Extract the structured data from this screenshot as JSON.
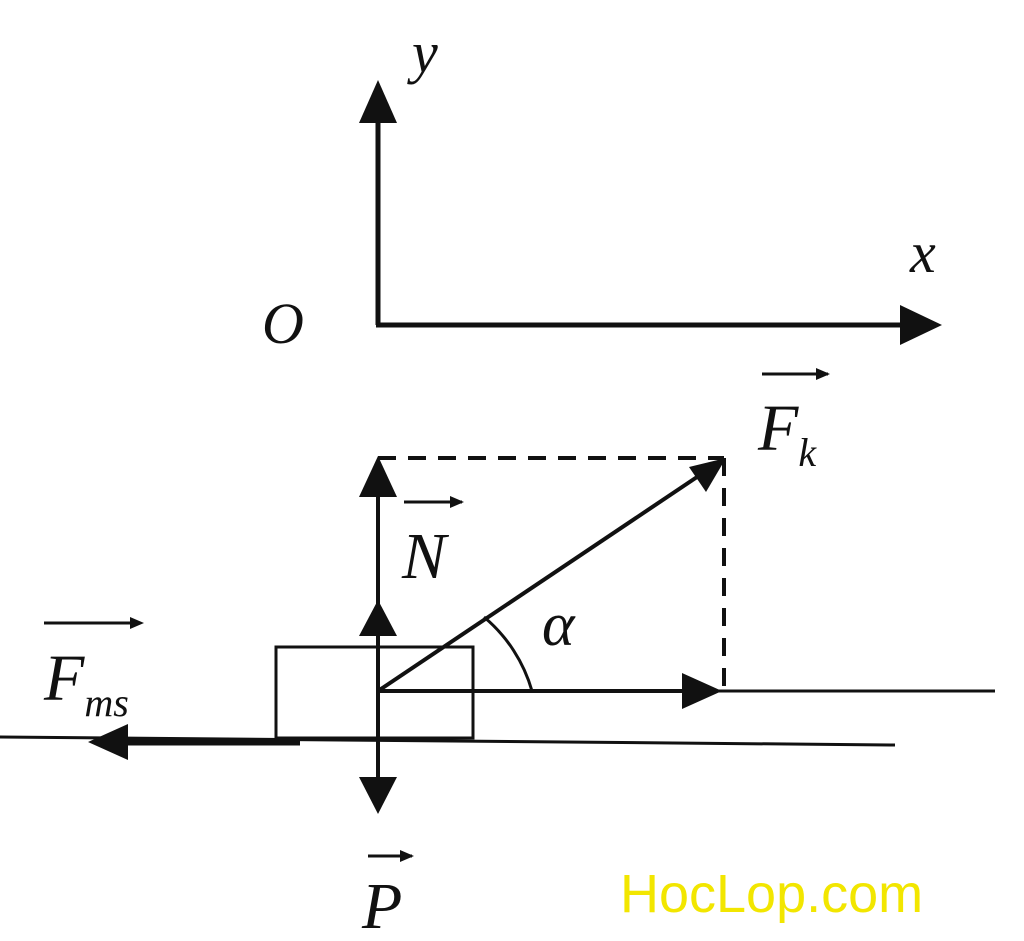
{
  "colors": {
    "ink": "#111111",
    "background": "#ffffff",
    "watermark": "#f2e600"
  },
  "axes": {
    "origin_label": "O",
    "x_label": "x",
    "y_label": "y"
  },
  "forces": {
    "pull": {
      "symbol": "F",
      "subscript": "k"
    },
    "normal": {
      "symbol": "N",
      "subscript": ""
    },
    "friction": {
      "symbol": "F",
      "subscript": "ms"
    },
    "weight": {
      "symbol": "P",
      "subscript": ""
    }
  },
  "angle_label": "α",
  "watermark": "HocLop.com"
}
